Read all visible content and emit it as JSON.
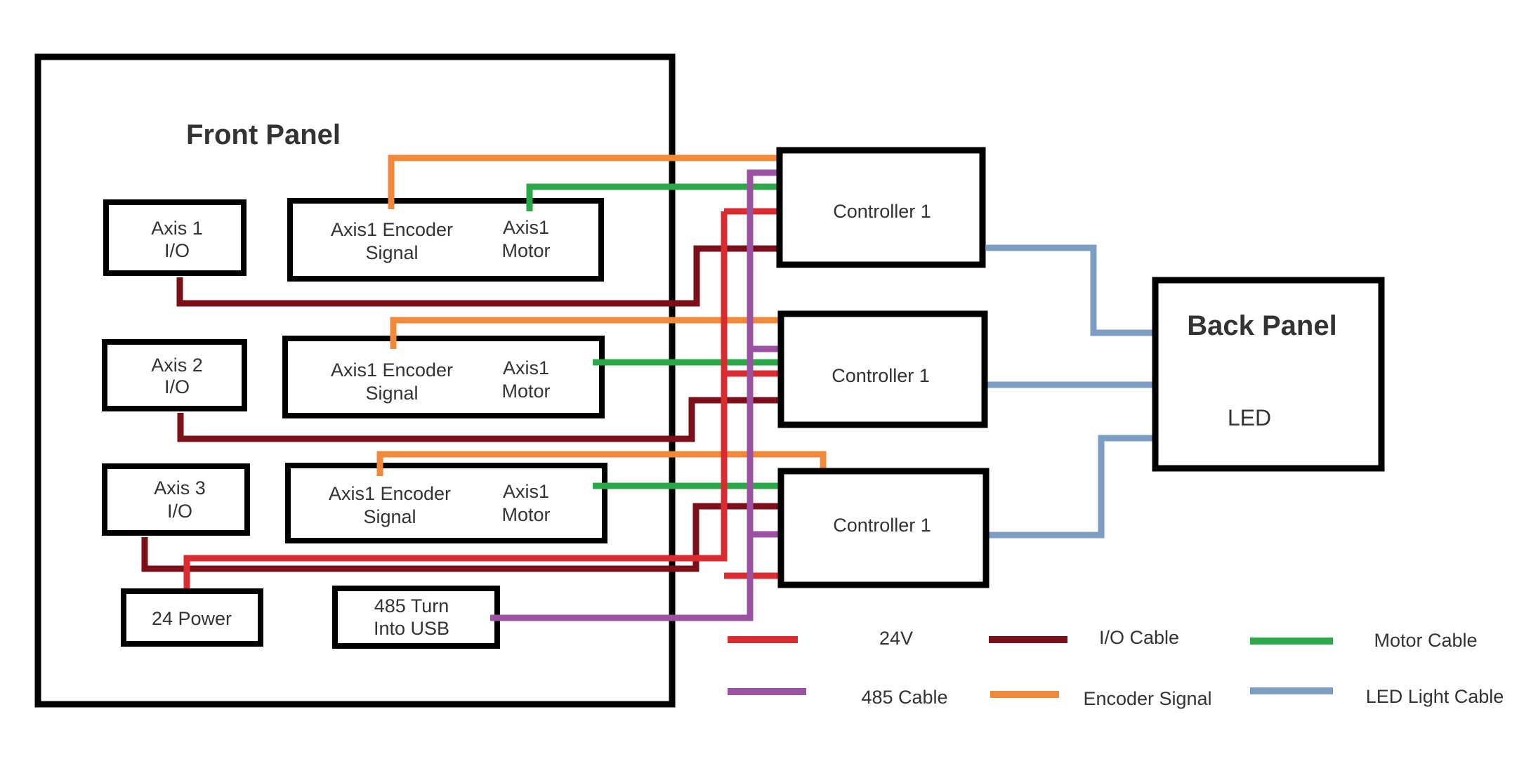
{
  "front_panel": {
    "title": "Front Panel",
    "axis_io": [
      {
        "line1": "Axis 1",
        "line2": "I/O"
      },
      {
        "line1": "Axis 2",
        "line2": "I/O"
      },
      {
        "line1": "Axis 3",
        "line2": "I/O"
      }
    ],
    "encoder_motor": [
      {
        "encoder_line1": "Axis1 Encoder",
        "encoder_line2": "Signal",
        "motor_line1": "Axis1",
        "motor_line2": "Motor"
      },
      {
        "encoder_line1": "Axis1 Encoder",
        "encoder_line2": "Signal",
        "motor_line1": "Axis1",
        "motor_line2": "Motor"
      },
      {
        "encoder_line1": "Axis1 Encoder",
        "encoder_line2": "Signal",
        "motor_line1": "Axis1",
        "motor_line2": "Motor"
      }
    ],
    "power": "24 Power",
    "usb": {
      "line1": "485 Turn",
      "line2": "Into USB"
    }
  },
  "controllers": [
    "Controller 1",
    "Controller 1",
    "Controller 1"
  ],
  "back_panel": {
    "title": "Back Panel",
    "led": "LED"
  },
  "legend": [
    {
      "label": "24V",
      "color": "#d92b30"
    },
    {
      "label": "I/O Cable",
      "color": "#7b0f1a"
    },
    {
      "label": "Motor Cable",
      "color": "#2ca84b"
    },
    {
      "label": "485 Cable",
      "color": "#9b52a3"
    },
    {
      "label": "Encoder Signal",
      "color": "#f08a3a"
    },
    {
      "label": "LED Light Cable",
      "color": "#7d9dc2"
    }
  ],
  "colors": {
    "v24": "#d92b30",
    "io": "#7b0f1a",
    "motor": "#2ca84b",
    "rs485": "#9b52a3",
    "encoder": "#f08a3a",
    "led": "#7d9dc2"
  }
}
